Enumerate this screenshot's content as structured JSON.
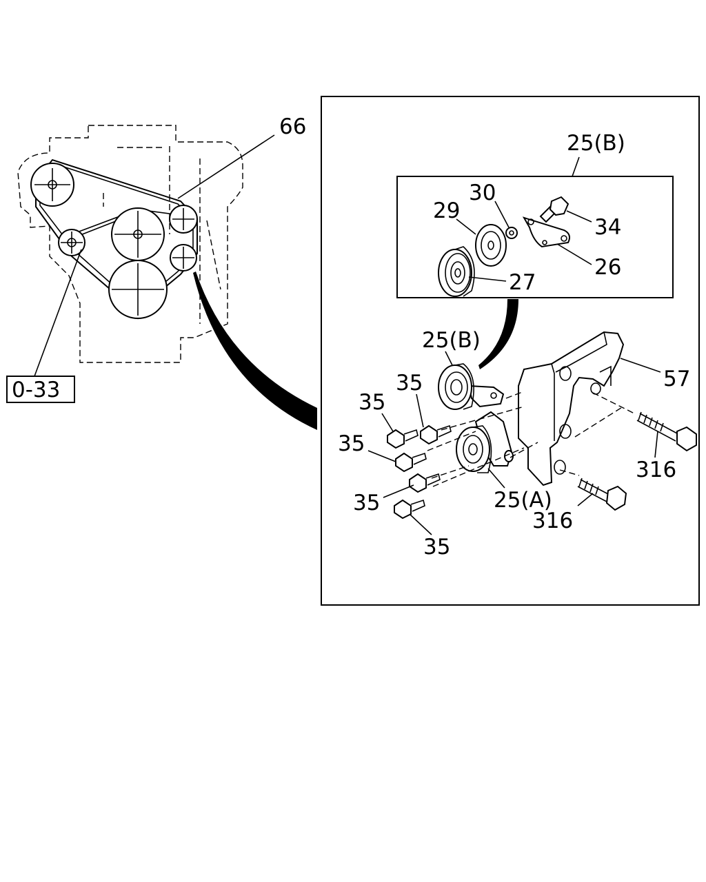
{
  "labels": {
    "belt": "66",
    "ref_box": "0-33",
    "assy_b_header": "25(B)",
    "assy_b_main": "25(B)",
    "assy_a": "25(A)",
    "p29": "29",
    "p30": "30",
    "p34": "34",
    "p26": "26",
    "p27": "27",
    "p57": "57",
    "p316_upper": "316",
    "p316_lower": "316",
    "p35_a": "35",
    "p35_b": "35",
    "p35_c": "35",
    "p35_d": "35",
    "p35_e": "35"
  }
}
